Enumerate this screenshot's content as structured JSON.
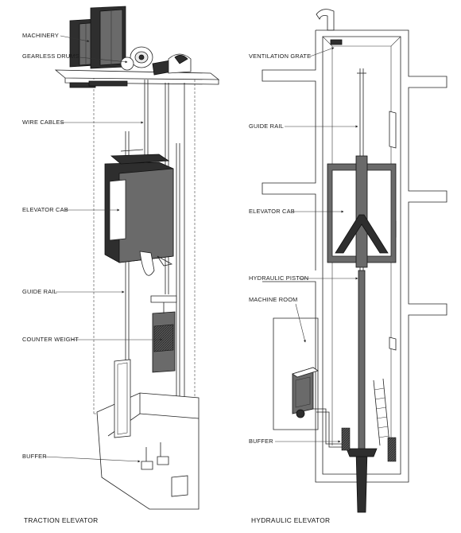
{
  "traction": {
    "caption": "TRACTION ELEVATOR",
    "labels": {
      "machinery": "MACHINERY",
      "gearless_drums": "GEARLESS DRUMS",
      "wire_cables": "WIRE CABLES",
      "elevator_cab": "ELEVATOR CAB",
      "guide_rail": "GUIDE RAIL",
      "counter_weight": "COUNTER WEIGHT",
      "buffer": "BUFFER"
    }
  },
  "hydraulic": {
    "caption": "HYDRAULIC ELEVATOR",
    "labels": {
      "ventilation_grate": "VENTILATION GRATE",
      "guide_rail": "GUIDE RAIL",
      "elevator_cab": "ELEVATOR CAB",
      "hydraulic_piston": "HYDRAULIC PISTON",
      "machine_room": "MACHINE ROOM",
      "buffer": "BUFFER"
    }
  }
}
